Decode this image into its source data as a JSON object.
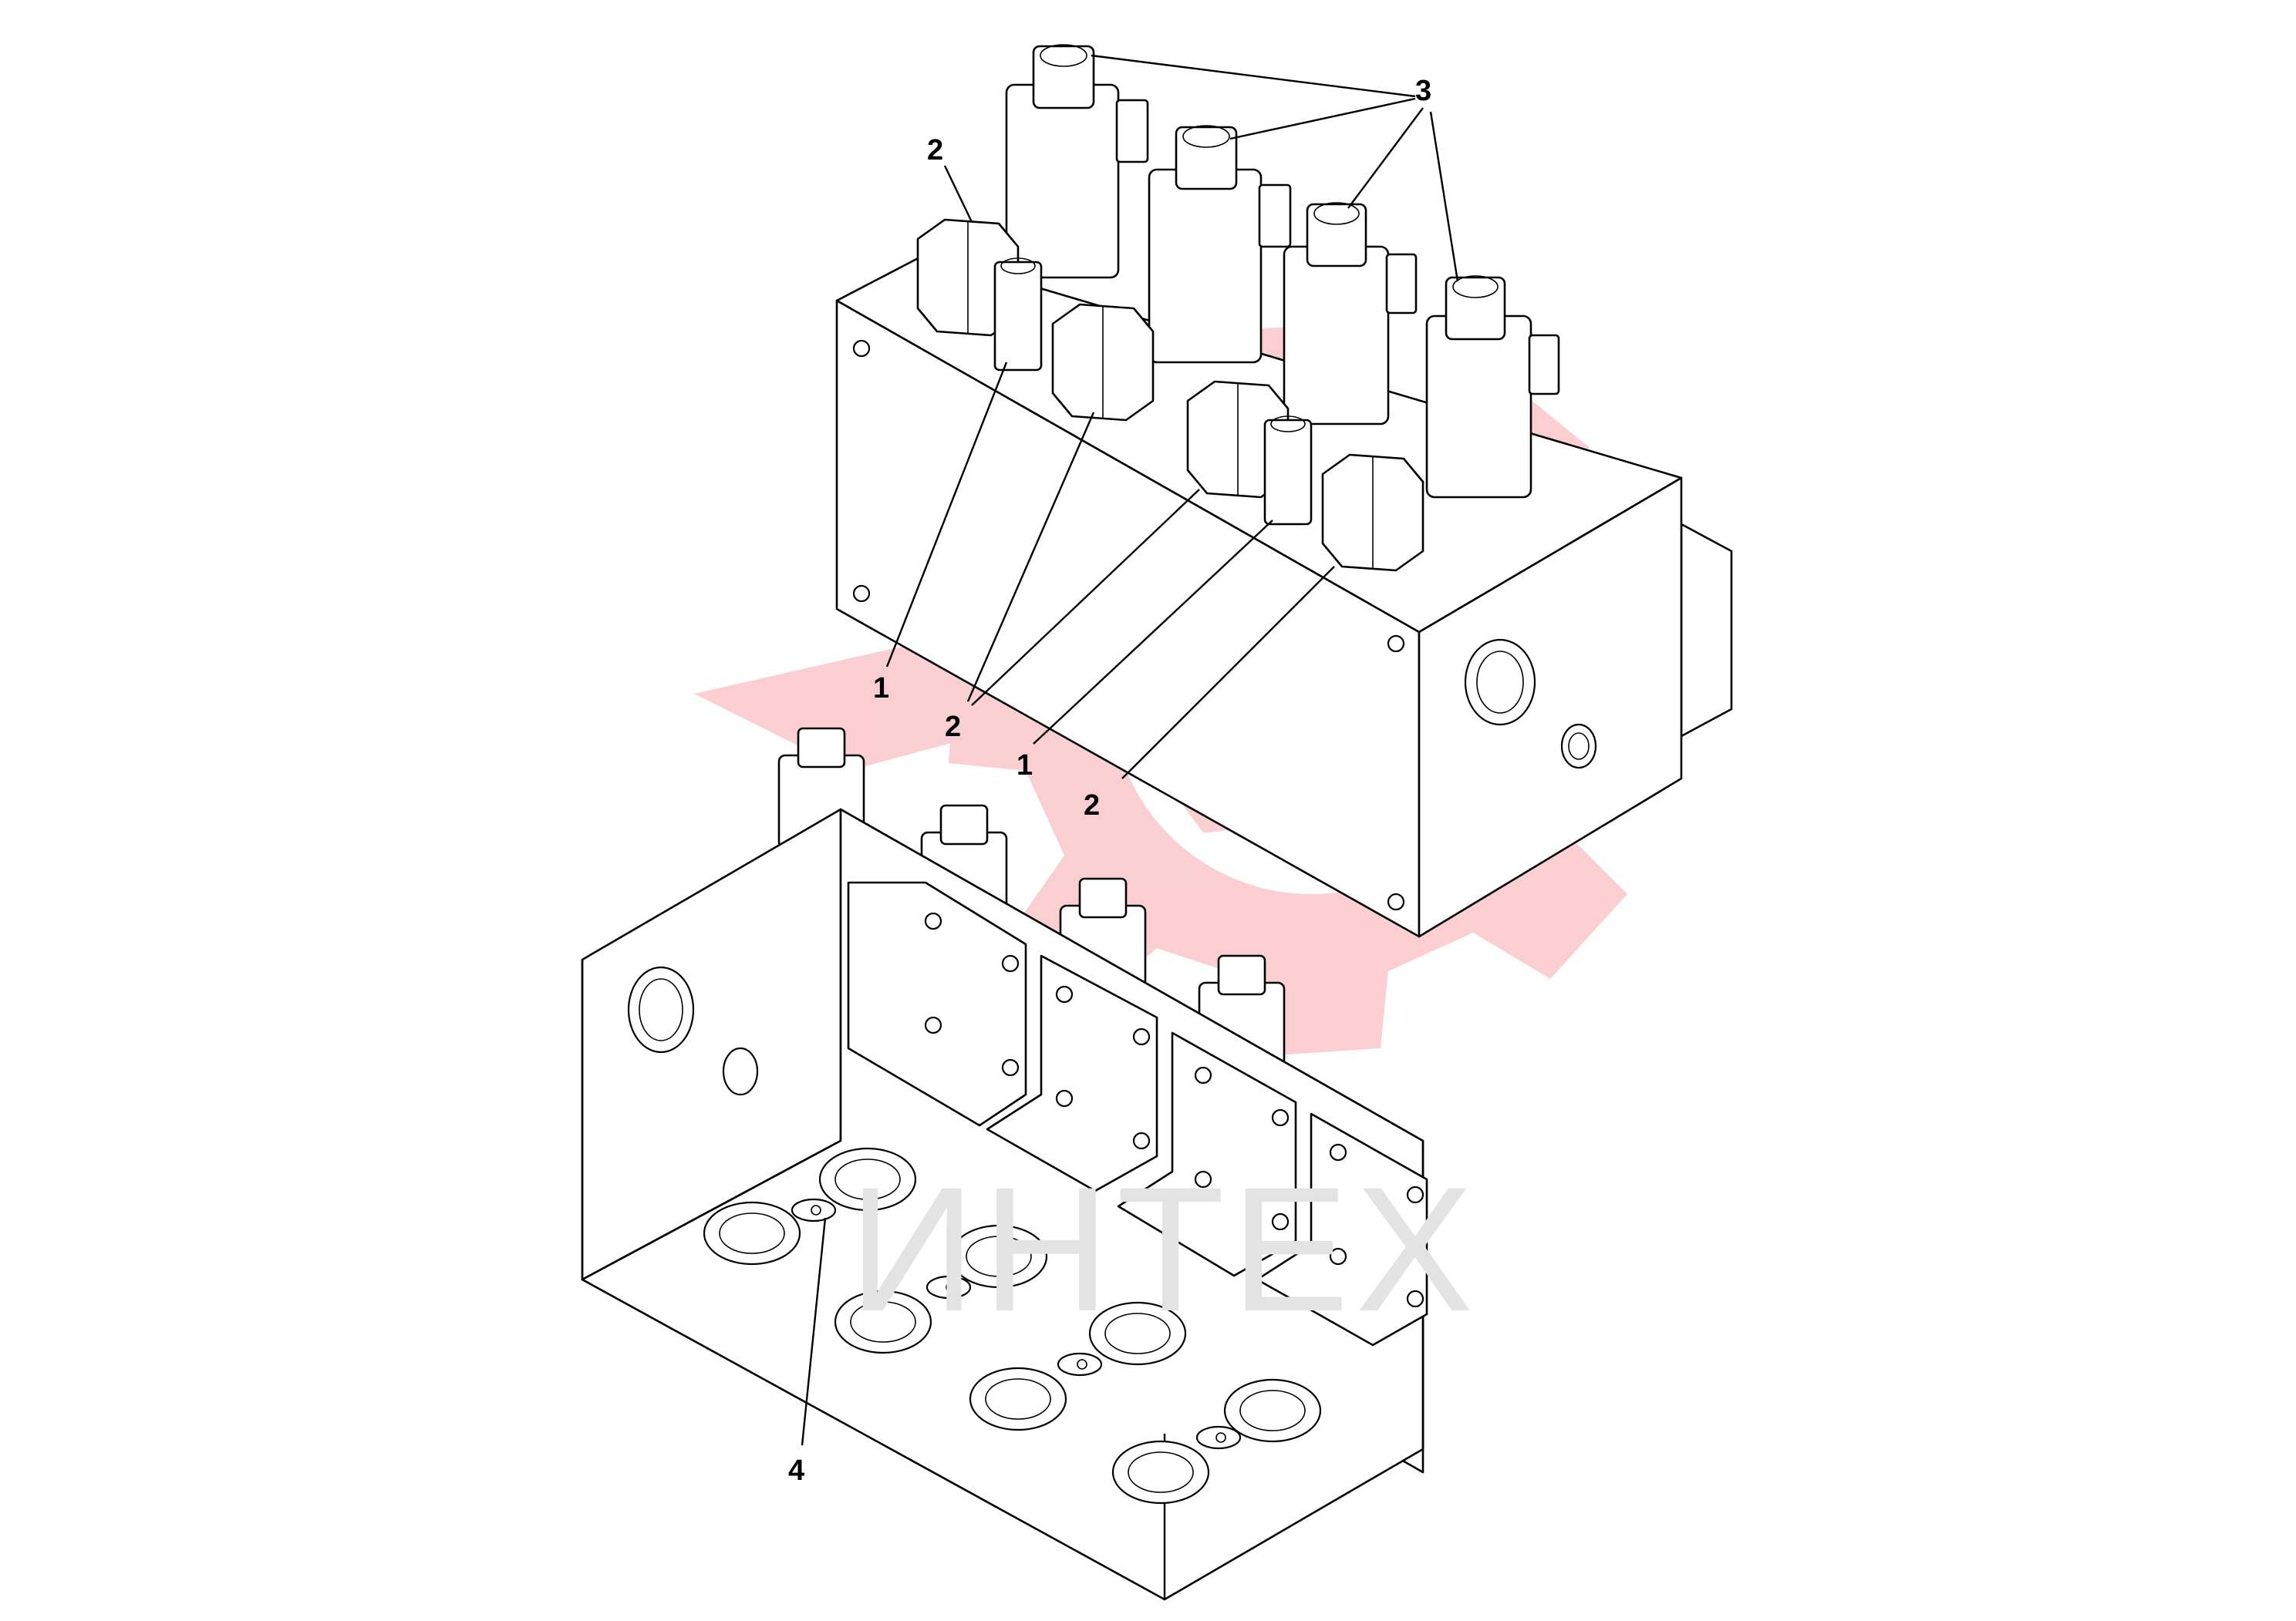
{
  "watermark": {
    "text": "ИНТЕХ",
    "logo_color": "#f7a8ac",
    "text_color": "#e3e3e3"
  },
  "callouts": [
    {
      "id": "c3",
      "text": "3"
    },
    {
      "id": "c2a",
      "text": "2"
    },
    {
      "id": "c1a",
      "text": "1"
    },
    {
      "id": "c2b",
      "text": "2"
    },
    {
      "id": "c1b",
      "text": "1"
    },
    {
      "id": "c2c",
      "text": "2"
    },
    {
      "id": "c4",
      "text": "4"
    }
  ]
}
